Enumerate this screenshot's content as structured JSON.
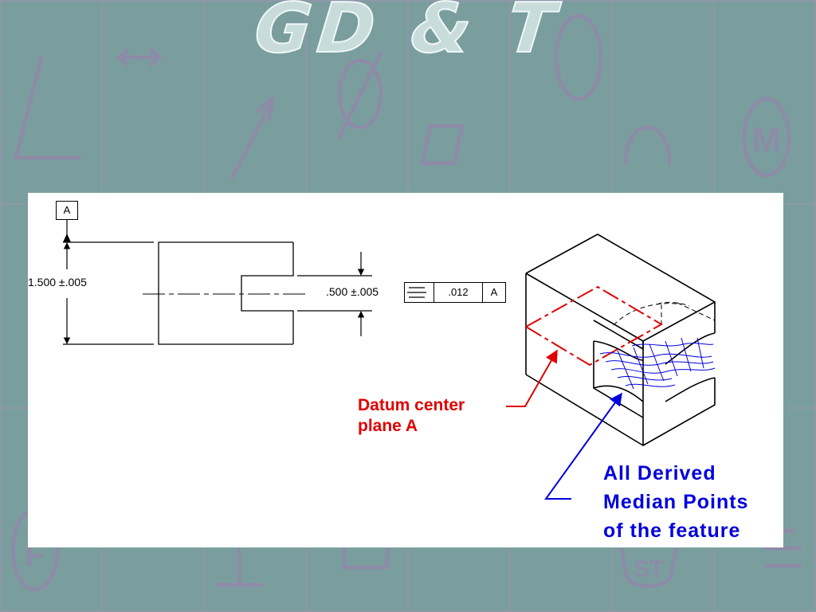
{
  "slide": {
    "title": "GD & T",
    "background_color": "#7a9e9e",
    "background_symbol_color": "#8c8ca8"
  },
  "figure": {
    "datum_label": "A",
    "overall_dimension": "1.500 ±.005",
    "slot_dimension": ".500 ±.005",
    "feature_control_frame": {
      "symbol": "symmetry-icon",
      "tolerance": ".012",
      "datum": "A"
    },
    "datum_callout": [
      "Datum center",
      "plane A"
    ],
    "median_callout": [
      "All Derived",
      "Median Points",
      "of the feature"
    ],
    "colors": {
      "datum": "#e00000",
      "median": "#0000dd"
    }
  }
}
